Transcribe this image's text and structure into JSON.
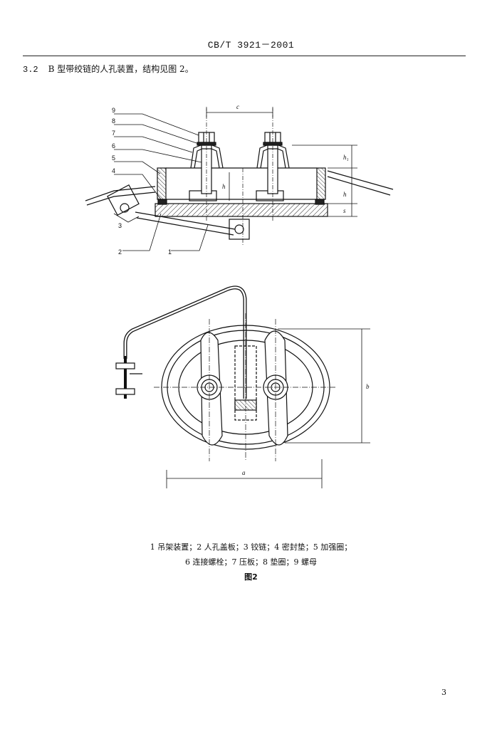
{
  "header": {
    "standard_code": "CB/T 3921－2001"
  },
  "section": {
    "number": "3.2",
    "text": "B 型带绞链的人孔装置，结构见图 2。"
  },
  "figure": {
    "part_labels": [
      "9",
      "8",
      "7",
      "6",
      "5",
      "4",
      "3",
      "2",
      "1"
    ],
    "dimension_labels": {
      "c": "c",
      "h1": "h₁",
      "h_center": "h",
      "h": "h",
      "s": "s",
      "b": "b",
      "a": "a"
    },
    "caption_line1": "1 吊架装置；2 人孔盖板；3 铰链；4 密封垫；5 加强圈；",
    "caption_line2": "6 连接螺栓；7 压板；8 垫圈；9 螺母",
    "figure_label": "图2"
  },
  "page": {
    "number": "3"
  }
}
